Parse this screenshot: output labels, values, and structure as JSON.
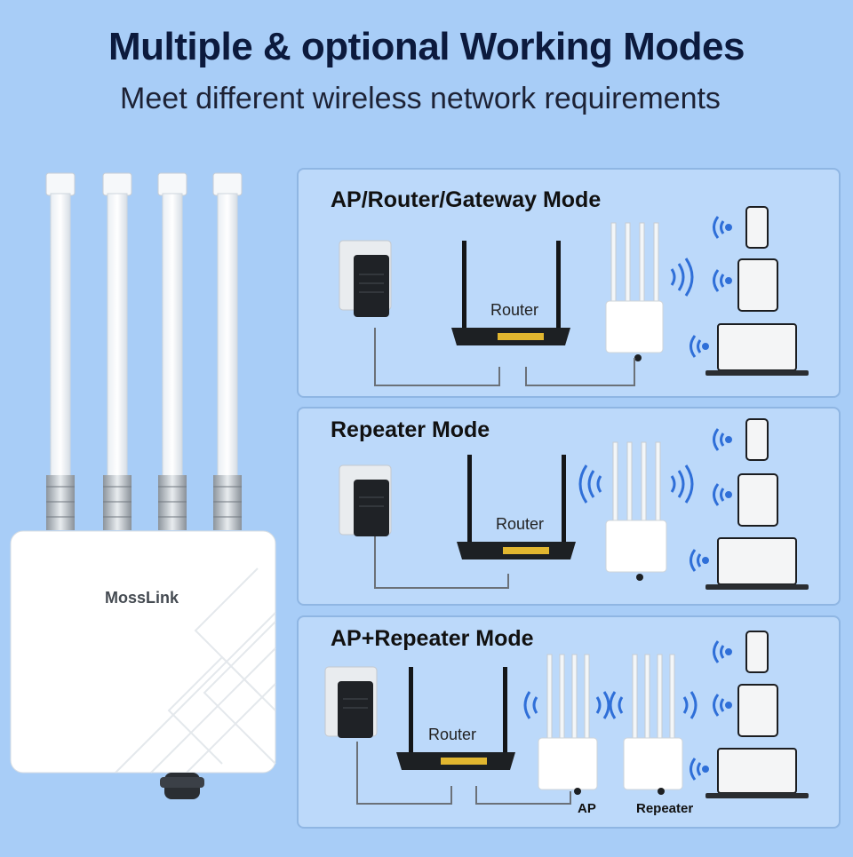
{
  "header": {
    "title": "Multiple & optional Working Modes",
    "subtitle": "Meet different wireless network requirements"
  },
  "device": {
    "brand": "MossLink"
  },
  "modes": [
    {
      "title": "AP/Router/Gateway Mode",
      "router_label": "Router"
    },
    {
      "title": "Repeater Mode",
      "router_label": "Router"
    },
    {
      "title": "AP+Repeater Mode",
      "router_label": "Router",
      "ap_label": "AP",
      "repeater_label": "Repeater"
    }
  ],
  "colors": {
    "background": "#a8cdf7",
    "panel": "#bcd9fa",
    "wifi": "#2f6fd8",
    "title": "#0c1a3d"
  }
}
